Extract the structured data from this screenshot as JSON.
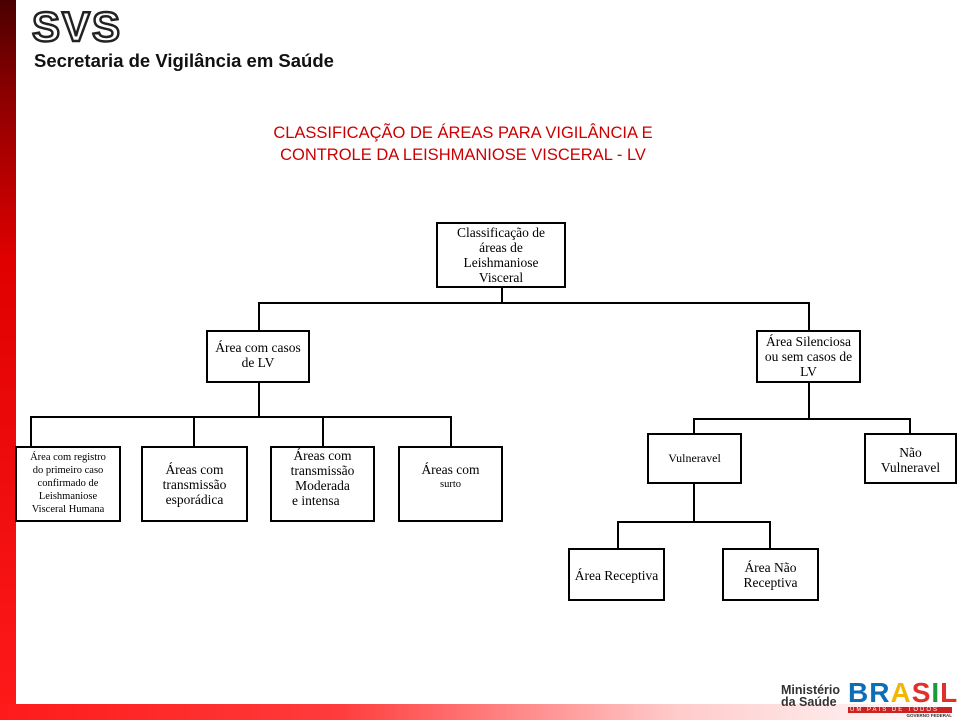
{
  "header": {
    "logo": "SVS",
    "subtitle": "Secretaria de Vigilância em Saúde"
  },
  "title": {
    "line1": "CLASSIFICAÇÃO DE ÁREAS PARA VIGILÂNCIA E",
    "line2": "CONTROLE DA LEISHMANIOSE VISCERAL - LV"
  },
  "diagram": {
    "root": [
      "Classificação de",
      "áreas de",
      "Leishmaniose",
      "Visceral"
    ],
    "with_cases": [
      "Área com casos",
      "de LV"
    ],
    "silent": [
      "Área Silenciosa",
      "ou sem casos de",
      "LV"
    ],
    "first_case": [
      "Área com registro",
      "do primeiro caso",
      "confirmado de",
      "Leishmaniose",
      "Visceral Humana"
    ],
    "sporadic": [
      "Áreas com",
      "transmissão",
      "esporádica"
    ],
    "moderate": [
      "Áreas com",
      "transmissão",
      "Moderada",
      "e intensa"
    ],
    "outbreak": [
      "Áreas com",
      "surto"
    ],
    "vulnerable": [
      "Vulneravel"
    ],
    "not_vulnerable": [
      "Não",
      "Vulneravel"
    ],
    "receptive": [
      "Área Receptiva"
    ],
    "not_receptive": [
      "Área Não",
      "Receptiva"
    ]
  },
  "footer": {
    "ministerio_line1": "Ministério",
    "ministerio_line2": "da Saúde",
    "brasil": "BRASIL",
    "brasil_tagline": "UM PAÍS DE TODOS",
    "brasil_gov": "GOVERNO FEDERAL"
  },
  "colors": {
    "title": "#cc0000",
    "bar_red": "#e00000",
    "bar_dark": "#4a0000"
  }
}
